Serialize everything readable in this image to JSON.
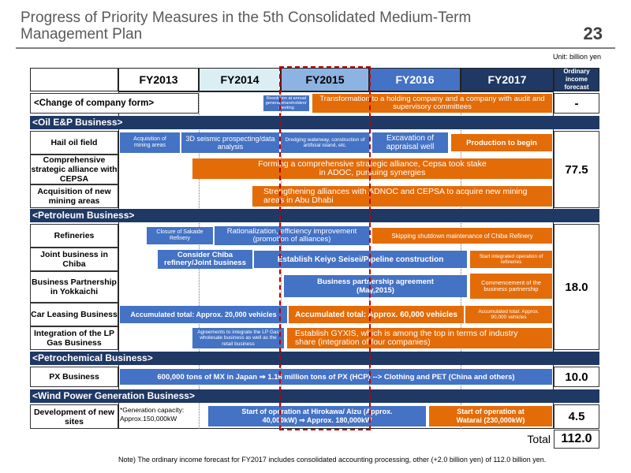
{
  "title": "Progress of Priority Measures in the 5th Consolidated Medium-Term Management Plan",
  "page_number": "23",
  "unit": "Unit: billion yen",
  "columns": [
    "FY2013",
    "FY2014",
    "FY2015",
    "FY2016",
    "FY2017"
  ],
  "forecast_header": "Ordinary income forecast",
  "rows": {
    "company_form": "<Change of company form>",
    "hail": "Hail oil field",
    "cepsa": "Comprehensive strategic alliance with CEPSA",
    "acquisition": "Acquisition of new mining areas",
    "refineries": "Refineries",
    "joint": "Joint business in Chiba",
    "yokkaichi": "Business Partnership in Yokkaichi",
    "car": "Car Leasing Business",
    "lpg": "Integration of the LP Gas Business",
    "px": "PX Business",
    "dev": "Development of new sites"
  },
  "sections": {
    "oil": "<Oil E&P Business>",
    "petroleum": "<Petroleum Business>",
    "petrochemical": "<Petrochemical Business>",
    "wind": "<Wind Power Generation Business>"
  },
  "forecasts": {
    "company_form": "-",
    "oil": "77.5",
    "petroleum": "18.0",
    "petrochemical": "10.0",
    "wind": "4.5",
    "total_label": "Total",
    "total": "112.0"
  },
  "bars": {
    "cf_resolution": "Resolution at annual general shareholders' meeting",
    "cf_transform": "Transformation to a holding company and a company with audit and supervisory committees",
    "hail_acq": "Acquisition of mining areas",
    "hail_seismic": "3D seismic prospecting/data analysis",
    "hail_dredge": "Dredging waterway, construction of artificial island, etc.",
    "hail_excav": "Excavation of appraisal well",
    "hail_prod": "Production to begin",
    "cepsa": "Forming a comprehensive strategic alliance, Cepsa took stake in ADOC, pursuing synergies",
    "acq": "Strengthening alliances with ADNOC and CEPSA to acquire new mining areas in Abu Dhabi",
    "ref_closure": "Closure of Sakaide Refinery",
    "ref_rational": "Rationalization, efficiency improvement (promotion of alliances)",
    "ref_skip": "Skipping shutdown maintenance of Chiba Refinery",
    "joint_consider": "Consider Chiba refinery/Joint business",
    "joint_keiyo": "Establish Keiyo Seisei/Pipeline construction",
    "joint_start": "Start integrated operation of refineries",
    "yok_agree": "Business partnership agreement (May,2015)",
    "yok_comm": "Commencement of the business partnership",
    "car_20k": "Accumulated total: Approx. 20,000 vehicles",
    "car_60k": "Accumulated total: Approx. 60,000 vehicles",
    "car_90k": "Accumulated total: Approx. 90,000 vehicles",
    "lpg_agree": "Agreements to integrate the LP Gas wholesale business as well as the retail business",
    "lpg_gyxis": "Establish GYXIS, which is among the top in terms of industry share (integration of four companies)",
    "px": "600,000 tons of MX in Japan ⇒ 1.16 million tons of PX (HCP) --> Clothing and PET (China and others)",
    "dev_capacity": "*Generation capacity: Approx.150,000kW",
    "dev_hirokawa": "Start of operation at Hirokawa/ Aizu (Approx. 40,000kW) ⇒ Approx. 180,000kW",
    "dev_watarai": "Start of operation at Watarai (230,000kW)"
  },
  "note": "Note) The ordinary income forecast for FY2017 includes consolidated accounting processing, other (+2.0 billion yen) of 112.0 billion yen.",
  "colors": {
    "fy2013": "#ffffff",
    "fy2014": "#dbeef4",
    "fy2015": "#8db3e2",
    "fy2016": "#4472c4",
    "fy2017": "#1f3864",
    "section": "#1f3864",
    "blue_bar": "#4472c4",
    "orange_bar": "#e36c09",
    "highlight": "#c00000"
  }
}
